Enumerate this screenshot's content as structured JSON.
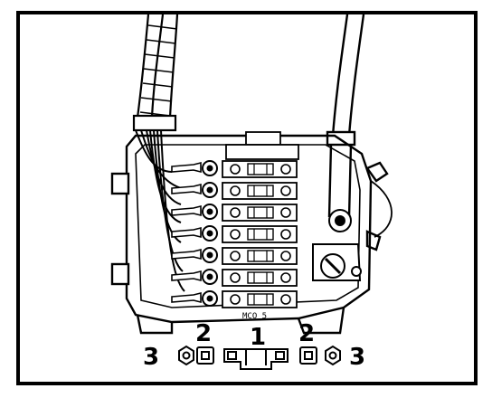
{
  "figure": {
    "callouts": {
      "one": "1",
      "two_left": "2",
      "two_right": "2",
      "three_left": "3",
      "three_right": "3"
    },
    "stamp": "MCO 5"
  }
}
